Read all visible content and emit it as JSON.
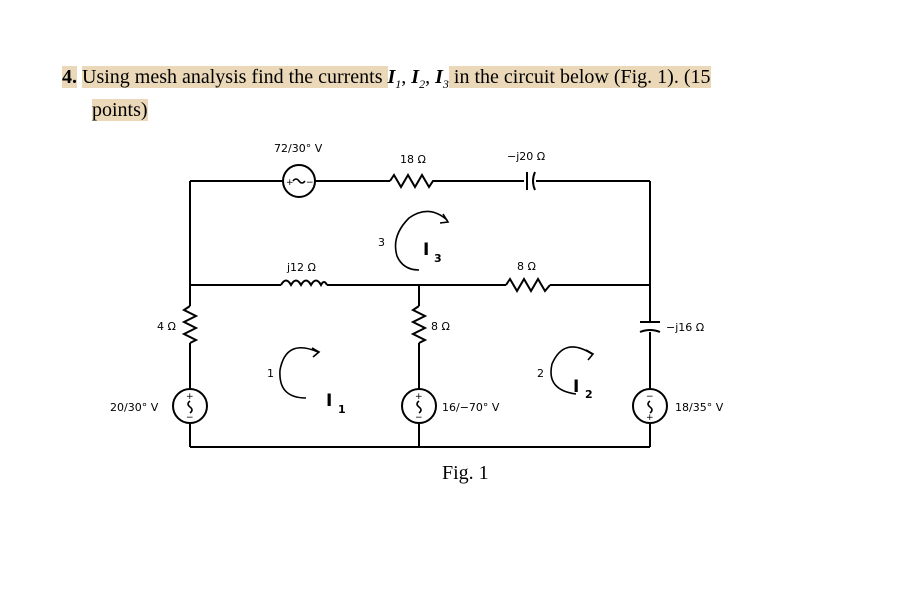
{
  "problem": {
    "number": "4.",
    "text_before": "Using mesh analysis find the currents ",
    "var1": "I",
    "var1_sub": "1",
    "sep1": ", ",
    "var2": "I",
    "var2_sub": "2",
    "sep2": ", ",
    "var3": "I",
    "var3_sub": "3",
    "text_after": " in the circuit below (Fig. 1). (15",
    "line2": "points)"
  },
  "circuit": {
    "source_top": "72/30° V",
    "r_top": "18 Ω",
    "cap_top": "−j20 Ω",
    "ind_mid": "j12 Ω",
    "r_mid_right": "8 Ω",
    "r_left": "4 Ω",
    "r_center": "8 Ω",
    "cap_right": "−j16 Ω",
    "source_left": "20/30° V",
    "source_center": "16/−70° V",
    "source_right": "18/35° V",
    "mesh1": {
      "node": "1",
      "name": "I",
      "sub": "1"
    },
    "mesh2": {
      "node": "2",
      "name": "I",
      "sub": "2"
    },
    "mesh3": {
      "node": "3",
      "name": "I",
      "sub": "3"
    }
  },
  "caption": "Fig. 1"
}
